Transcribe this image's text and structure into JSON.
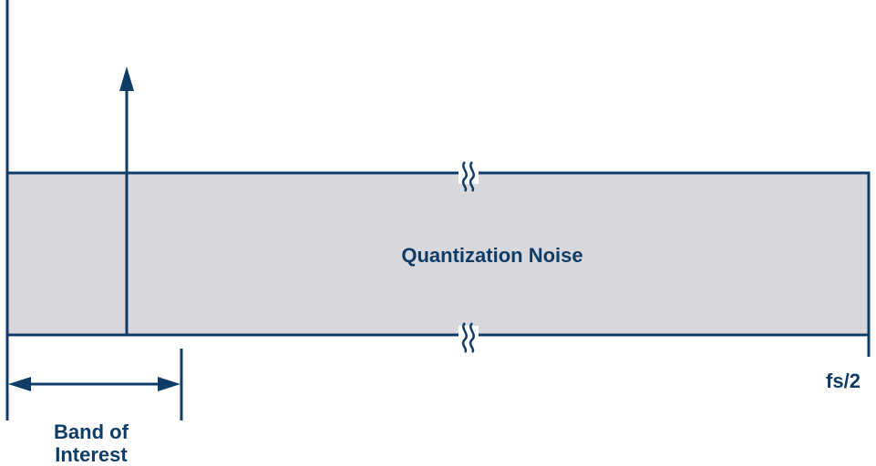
{
  "diagram": {
    "noise_label": "Quantization Noise",
    "fs_label": "fs/2",
    "band_label": {
      "line1": "Band of",
      "line2": "Interest"
    },
    "colors": {
      "stroke": "#0f3c66",
      "noise_fill": "#d8d8dc"
    }
  }
}
